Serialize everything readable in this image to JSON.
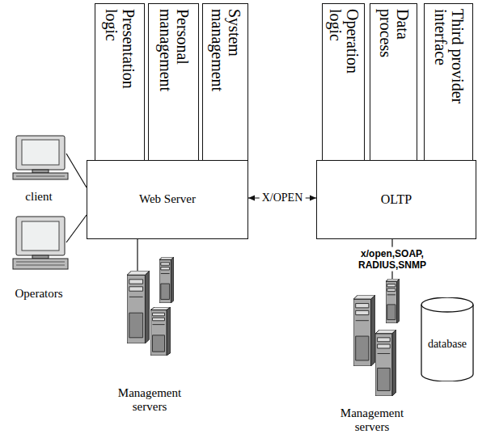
{
  "diagram": {
    "nodes": [
      {
        "text": [
          "Presentation logic"
        ]
      },
      {
        "text": [
          "Personal management"
        ]
      },
      {
        "text": [
          "System management"
        ]
      },
      {
        "text": [
          "Web Server"
        ]
      },
      {
        "text": [
          "Operation logic"
        ]
      },
      {
        "text": [
          "Data process"
        ]
      },
      {
        "text": [
          "Third provider interface"
        ]
      },
      {
        "text": [
          "OLTP"
        ]
      },
      {
        "text": [
          "client"
        ]
      },
      {
        "text": [
          "Operators"
        ]
      },
      {
        "text": [
          "Management servers"
        ]
      },
      {
        "text": [
          "Management servers"
        ]
      },
      {
        "text": [
          "database"
        ]
      }
    ],
    "edges": [
      {
        "from": 8,
        "to": 3,
        "arrow": "none"
      },
      {
        "from": 9,
        "to": 3,
        "arrow": "none"
      },
      {
        "from": 3,
        "to": 7,
        "label": "X/OPEN",
        "arrow": "both"
      },
      {
        "from": 3,
        "to": 10,
        "arrow": "none"
      },
      {
        "from": 7,
        "to": 11,
        "label": "x/open,SOAP, RADIUS,SNMP",
        "arrow": "none"
      }
    ]
  }
}
